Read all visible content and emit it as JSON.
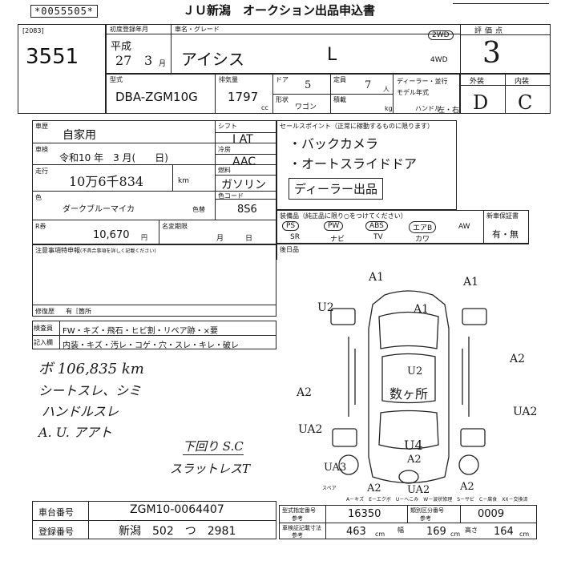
{
  "header": {
    "serial": "*0055505*",
    "title": "ＪＵ新潟　オークション出品申込書",
    "lot_code": "[2083]",
    "lot_number": "3551"
  },
  "registration": {
    "first_reg_label": "初度登録年月",
    "era": "平成",
    "year": "27",
    "month": "3",
    "month_unit": "月",
    "name_label": "車名・グレード",
    "car_name": "アイシス",
    "grade": "L",
    "drive_2wd": "2WD",
    "drive_4wd": "4WD",
    "rating_label": "評価点",
    "rating": "3",
    "exterior_label": "外装",
    "interior_label": "内装",
    "exterior": "D",
    "interior": "C"
  },
  "model": {
    "type_label": "型式",
    "type": "DBA-ZGM10G",
    "displacement_label": "排気量",
    "displacement": "1797",
    "cc": "cc",
    "doors_label": "ドア",
    "doors": "5",
    "capacity_label": "定員",
    "capacity": "7",
    "capacity_unit": "人",
    "body_label": "形状",
    "body": "ワゴン",
    "load_label": "積載",
    "kg": "kg",
    "dealer_label": "ディーラー・並行",
    "model_year_label": "モデル年式",
    "handle_label": "ハンドル",
    "handle": "左・右"
  },
  "usage": {
    "usage_label": "車歴",
    "usage": "自家用",
    "inspection_label": "車検",
    "inspection": "令和10 年　3 月(　　日)",
    "mileage_label": "走行",
    "mileage": "10万6千834",
    "km": "km",
    "color_label": "色",
    "color": "ダークブルーマイカ",
    "recycle_label": "R券",
    "recycle": "10,670",
    "yen": "円",
    "color_change_label": "色替",
    "color_code_label": "色コード",
    "color_code": "8S6",
    "tax_label": "名変期限",
    "month_day": "月　　　日",
    "shift_label": "シフト",
    "shift": "I AT",
    "cooler_label": "冷房",
    "cooler": "AAC",
    "fuel_label": "燃料",
    "fuel": "ガソリン"
  },
  "sales_points": {
    "label": "セールスポイント（正常に稼動するものに限ります）",
    "items": [
      "・バックカメラ",
      "・オートスライドドア",
      "ディーラー出品"
    ]
  },
  "equipment": {
    "label": "装備品（純正品に限り○をつけてください）",
    "new_warranty_label": "新車保証書",
    "new_warranty": "有・無",
    "top": [
      "PS",
      "PW",
      "ABS",
      "エアB",
      "AW"
    ],
    "bottom": [
      "SR",
      "ナビ",
      "TV",
      "カワ"
    ]
  },
  "notes": {
    "label": "注意事項特申報",
    "sub": "(不具合事項を詳しく記載ください)",
    "rear_seat_label": "後日品",
    "repair_label": "修復歴",
    "repair": "有［箇所",
    "inspect_label": "検査員",
    "entry_label": "記入欄",
    "row1": "FW・キズ・飛石・ヒビ割・リペア跡・×要",
    "row2": "内装・キズ・汚レ・コゲ・穴・スレ・キレ・破レ"
  },
  "handwritten": {
    "line1": "ボ 106,835 km",
    "line2": "シートスレ、シミ",
    "line3": "ハンドルスレ",
    "line4": "A. U. アアト",
    "line5": "下回り S.C",
    "line6": "スラットレスT",
    "diagram_mid": "数ヶ所"
  },
  "diagram_marks": {
    "a1_left": "A1",
    "a1_right": "A1",
    "a1_roof": "A1",
    "u2_left": "U2",
    "u2_center": "U2",
    "a2_right_top": "A2",
    "a2_left": "A2",
    "ua2_right": "UA2",
    "ua2_left": "UA2",
    "u4": "U4",
    "a2_bottom_center": "A2",
    "ua3": "UA3",
    "a2_bottom_left": "A2",
    "ua2_bottom": "UA2",
    "a2_bottom_right": "A2",
    "spare": "スペア"
  },
  "legend": "A－キズ　E－エクボ　U－へこみ　W－波状修理　S－サビ　C－腐食　XX－交換済",
  "footer": {
    "chassis_label": "車台番号",
    "chassis": "ZGM10-0064407",
    "plate_label": "登録番号",
    "plate": "新潟　502　つ　2981",
    "model_code_label": "型式指定番号",
    "model_code": "16350",
    "category_label": "類別区分番号",
    "category": "0009",
    "ref": "参考",
    "length_label": "車検証記載寸法",
    "length": "463",
    "width_label": "幅",
    "width": "169",
    "height_label": "高さ",
    "height": "164",
    "cm": "cm"
  }
}
